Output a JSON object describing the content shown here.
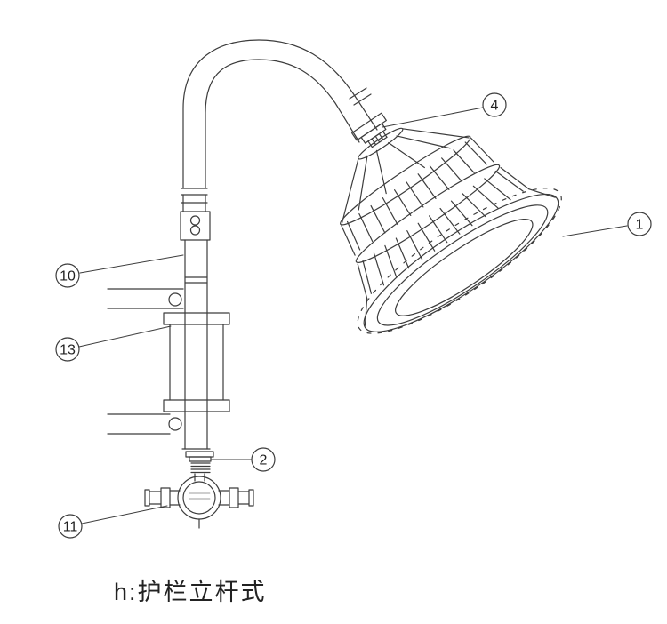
{
  "figure": {
    "caption": "h:护栏立杆式",
    "callouts": [
      {
        "label": "4"
      },
      {
        "label": "1"
      },
      {
        "label": "10"
      },
      {
        "label": "13"
      },
      {
        "label": "2"
      },
      {
        "label": "11"
      }
    ]
  }
}
